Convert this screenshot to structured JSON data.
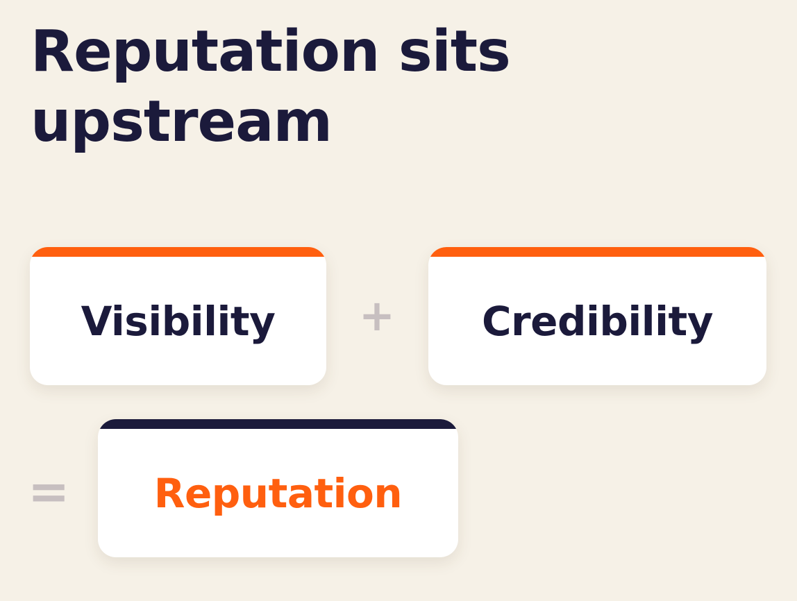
{
  "title": "Reputation sits upstream",
  "operators": {
    "plus": "+",
    "equals": "="
  },
  "cards": {
    "visibility": {
      "label": "Visibility"
    },
    "credibility": {
      "label": "Credibility"
    },
    "reputation": {
      "label": "Reputation"
    }
  },
  "colors": {
    "background": "#f6f1e7",
    "navy": "#1b1a3b",
    "orange": "#ff5f0f",
    "operator_gray": "#c7bfc0",
    "card_white": "#ffffff"
  }
}
